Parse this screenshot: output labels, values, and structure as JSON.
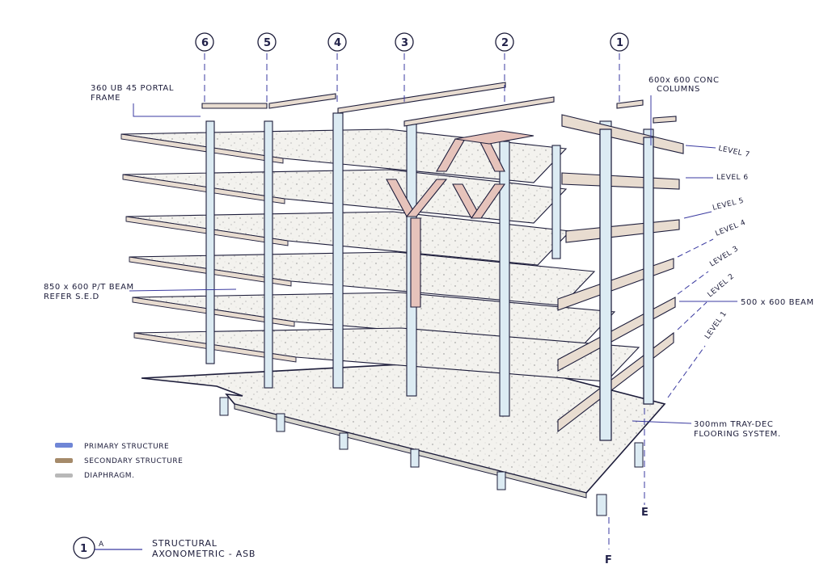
{
  "grid_lines": [
    "6",
    "5",
    "4",
    "3",
    "2",
    "1"
  ],
  "grid_letters": {
    "e": "E",
    "f": "F"
  },
  "annotations": {
    "portal_frame_1": "360 UB 45 PORTAL",
    "portal_frame_2": "FRAME",
    "columns_1": "600x 600 CONC",
    "columns_2": "COLUMNS",
    "pt_beam_1": "850 x 600 P/T BEAM",
    "pt_beam_2": "REFER S.E.D",
    "beam_500": "500 x 600 BEAM",
    "tray_deck_1": "300mm TRAY-DEC",
    "tray_deck_2": "FLOORING SYSTEM."
  },
  "levels": [
    "LEVEL 7",
    "LEVEL 6",
    "LEVEL 5",
    "LEVEL 4",
    "LEVEL 3",
    "LEVEL 2",
    "LEVEL 1"
  ],
  "legend": {
    "items": [
      {
        "label": "PRIMARY STRUCTURE",
        "color": "#6f86d6"
      },
      {
        "label": "SECONDARY STRUCTURE",
        "color": "#a58a6a"
      },
      {
        "label": "DIAPHRAGM.",
        "color": "#b8b8b8"
      }
    ]
  },
  "title_block": {
    "number": "1",
    "letter": "A",
    "line1": "STRUCTURAL",
    "line2": "AXONOMETRIC - ASB"
  },
  "colors": {
    "ink": "#1c1c3a",
    "slab": "#f2f1ec",
    "column": "#dcebf3",
    "beam": "#e8dcd0",
    "brace": "#e6c3bb",
    "leader": "#3a3aa0"
  }
}
